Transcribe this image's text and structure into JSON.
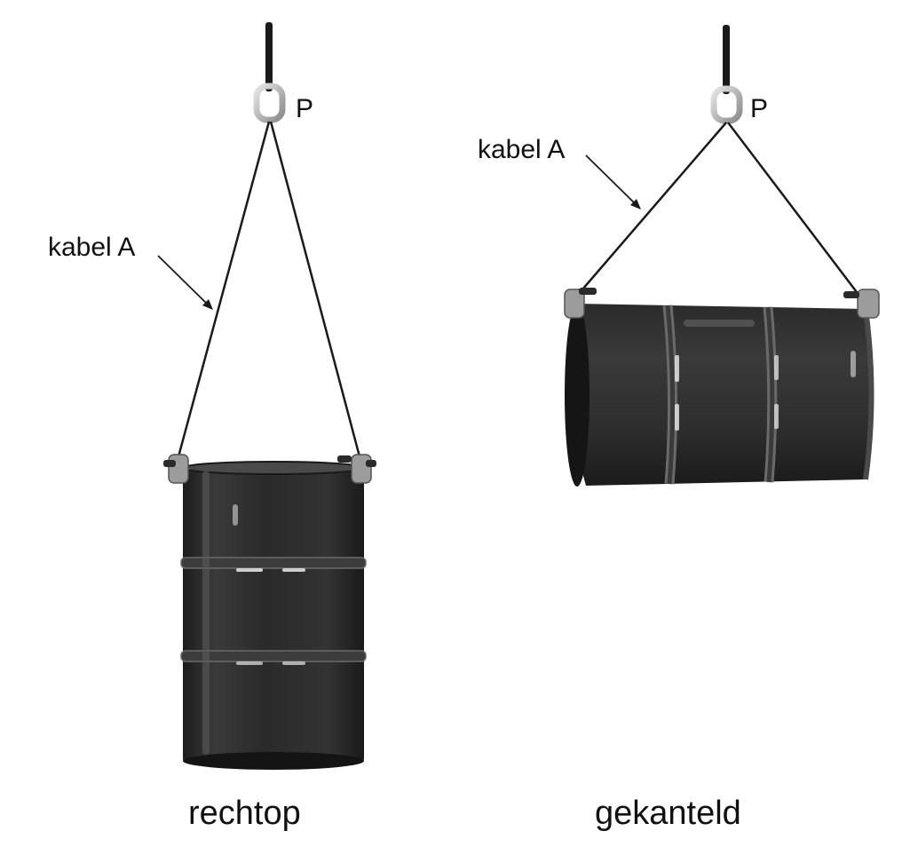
{
  "left_panel": {
    "point_label": "P",
    "cable_label": "kabel A",
    "caption": "rechtop"
  },
  "right_panel": {
    "point_label": "P",
    "cable_label": "kabel A",
    "caption": "gekanteld"
  },
  "colors": {
    "drum_body": "#2f2f2f",
    "drum_rim": "#5a5a5a",
    "drum_highlight": "#d8d8d8",
    "clamp": "#9c9c9c",
    "cable": "#1a1a1a"
  }
}
